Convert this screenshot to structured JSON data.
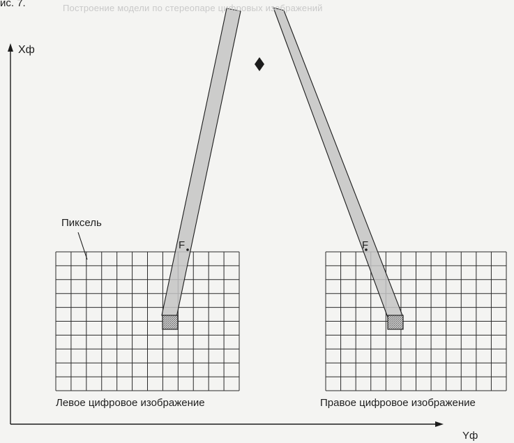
{
  "header": {
    "fragment": "ис. 7.",
    "faint_text": "Построение модели по стереопаре цифровых изображений"
  },
  "axes": {
    "x_label": "Xф",
    "y_label": "Yф"
  },
  "labels": {
    "pixel": "Пиксель",
    "focal_left": "F",
    "focal_right": "F"
  },
  "captions": {
    "left_image": "Левое цифровое изображение",
    "right_image": "Правое цифровое изображение"
  },
  "grids": {
    "rows": 10,
    "cols": 12
  },
  "colors": {
    "ink": "#1c1c1c",
    "grid_line": "#2a2a2a",
    "beam_fill": "#bdbdbd",
    "pixel_fill": "#3a3a3a",
    "background": "#f4f4f2"
  }
}
